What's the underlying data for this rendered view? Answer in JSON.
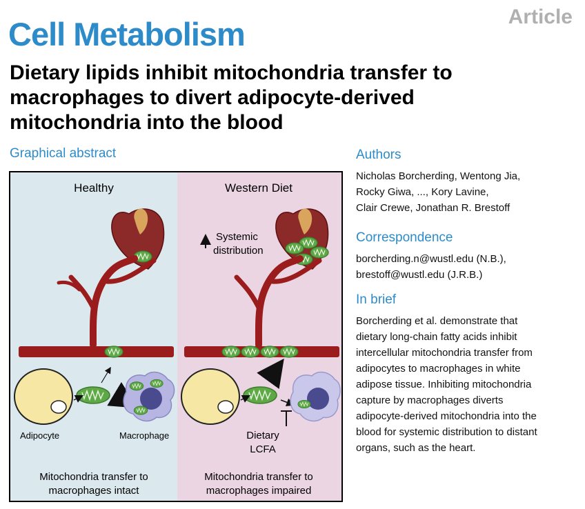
{
  "header": {
    "journal": "Cell Metabolism",
    "article_type": "Article"
  },
  "title": "Dietary lipids inhibit mitochondria transfer to macrophages to divert adipocyte-derived mitochondria into the blood",
  "graphical_abstract": {
    "heading": "Graphical abstract",
    "left_panel_title": "Healthy",
    "right_panel_title": "Western Diet",
    "systemic_line1": "Systemic",
    "systemic_line2": "distribution",
    "adipocyte_label": "Adipocyte",
    "macrophage_label": "Macrophage",
    "dietary_line1": "Dietary",
    "dietary_line2": "LCFA",
    "left_caption_line1": "Mitochondria transfer to",
    "left_caption_line2": "macrophages intact",
    "right_caption_line1": "Mitochondria transfer to",
    "right_caption_line2": "macrophages impaired",
    "colors": {
      "healthy_bg": "#dbe9ef",
      "western_bg": "#ecd5e3",
      "vessel": "#9b1c1c",
      "mitochondria": "#5ea848",
      "adipocyte": "#f6e7a4",
      "macrophage": "#b7b6e2"
    }
  },
  "authors": {
    "heading": "Authors",
    "line1": "Nicholas Borcherding, Wentong Jia,",
    "line2": "Rocky Giwa, ..., Kory Lavine,",
    "line3": "Clair Crewe, Jonathan R. Brestoff"
  },
  "correspondence": {
    "heading": "Correspondence",
    "line1": "borcherding.n@wustl.edu (N.B.),",
    "line2": "brestoff@wustl.edu (J.R.B.)"
  },
  "in_brief": {
    "heading": "In brief",
    "lines": [
      "Borcherding et al. demonstrate that",
      "dietary long-chain fatty acids inhibit",
      "intercellular mitochondria transfer from",
      "adipocytes to macrophages in white",
      "adipose tissue. Inhibiting mitochondria",
      "capture by macrophages diverts",
      "adipocyte-derived mitochondria into the",
      "blood for systemic distribution to distant",
      "organs, such as the heart."
    ]
  }
}
